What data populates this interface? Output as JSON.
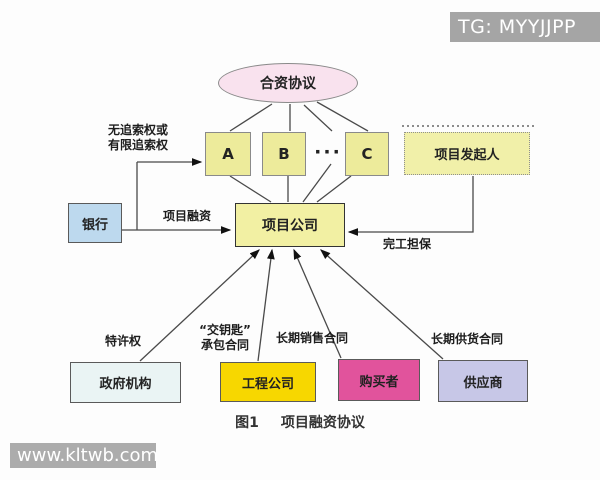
{
  "watermarks": {
    "telegram": "TG: MYYJJPP",
    "site": "www.kltwb.com"
  },
  "nodes": {
    "joint_venture_agreement": "合资协议",
    "shareholder_a": "A",
    "shareholder_b": "B",
    "shareholder_c": "C",
    "shareholder_ellipsis": "···",
    "project_sponsor": "项目发起人",
    "project_company": "项目公司",
    "bank": "银行",
    "government_agency": "政府机构",
    "engineering_company": "工程公司",
    "buyer": "购买者",
    "supplier": "供应商"
  },
  "edge_labels": {
    "recourse_line1": "无追索权或",
    "recourse_line2": "有限追索权",
    "project_financing": "项目融资",
    "completion_guarantee": "完工担保",
    "franchise_right": "特许权",
    "turnkey_line1": "“交钥匙”",
    "turnkey_line2": "承包合同",
    "long_term_sales_contract": "长期销售合同",
    "long_term_supply_contract": "长期供货合同"
  },
  "caption": {
    "figure_no": "图1",
    "title": "项目融资协议"
  },
  "colors": {
    "ellipse_fill": "#f9e2ee",
    "shareholder_fill": "#edeb9b",
    "sponsor_fill": "#f1f0a9",
    "company_fill": "#f2f0a3",
    "bank_fill": "#bdd9ee",
    "government_fill": "#eaf4f4",
    "engineering_fill": "#f7d700",
    "buyer_fill": "#e1539c",
    "supplier_fill": "#c7c7e7",
    "watermark_bg": "#a5a5a5",
    "line": "#4a4a4a"
  }
}
